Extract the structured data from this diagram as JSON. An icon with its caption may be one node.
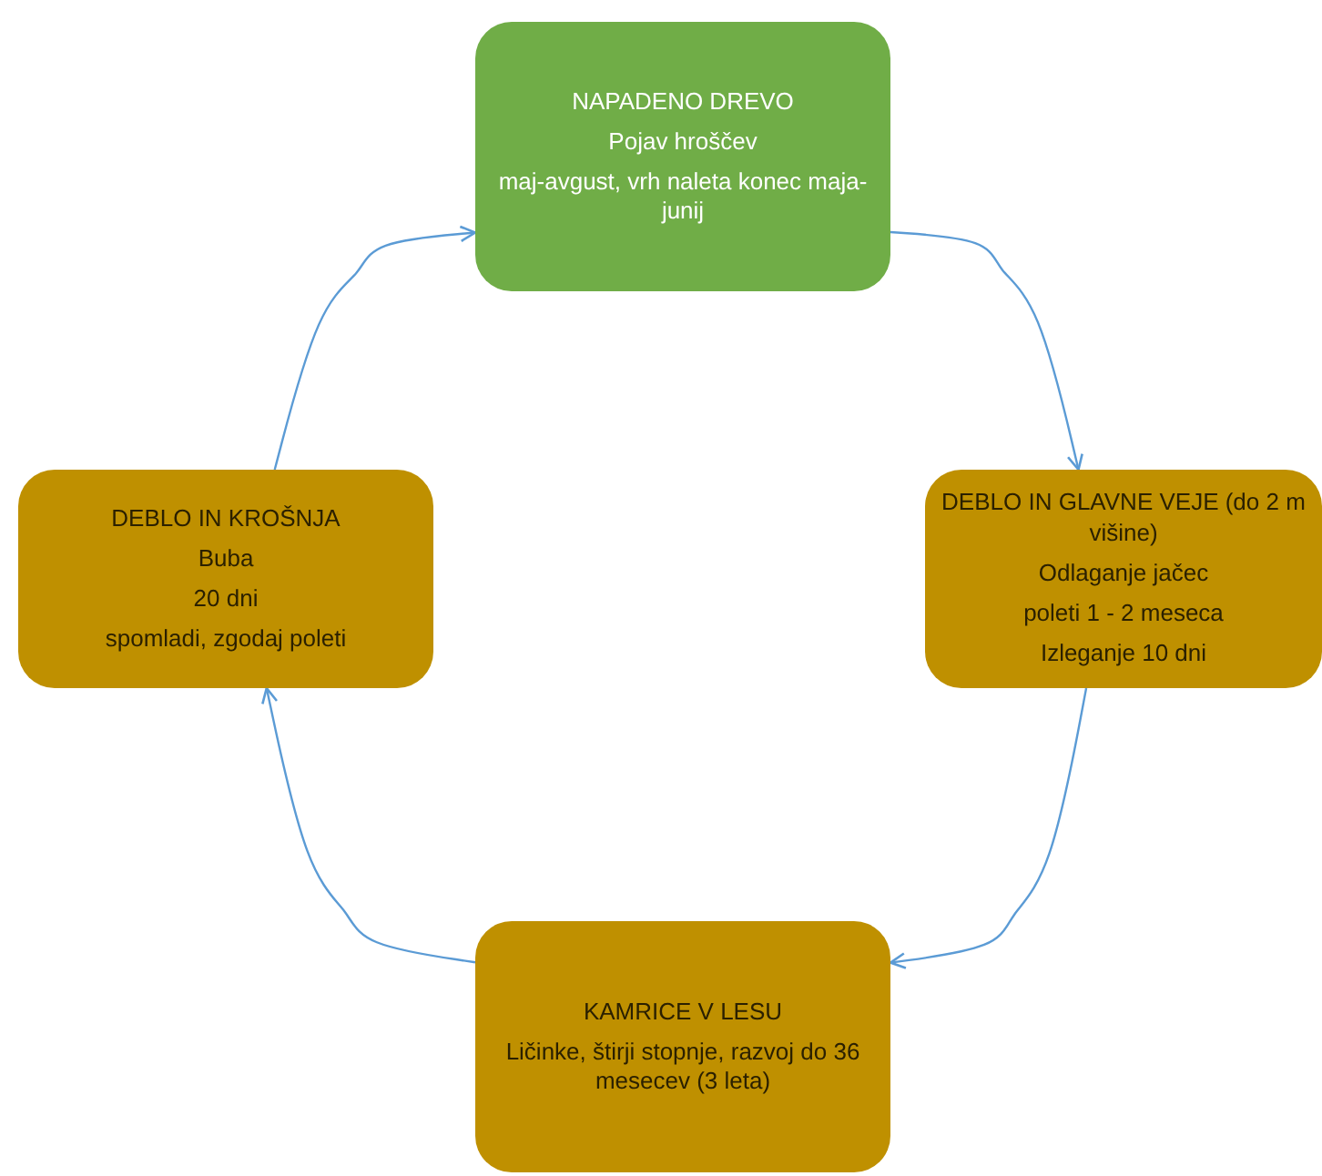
{
  "diagram": {
    "nodes": [
      {
        "text": [
          "NAPADENO DREVO",
          "Pojav hroščev",
          "maj-avgust, vrh naleta konec maja-junij"
        ]
      },
      {
        "text": [
          "DEBLO IN GLAVNE VEJE (do 2 m višine)",
          "Odlaganje jačec",
          "poleti 1 - 2 meseca",
          "Izleganje 10 dni"
        ]
      },
      {
        "text": [
          "KAMRICE V LESU",
          "Ličinke, štirji stopnje, razvoj do 36 mesecev (3 leta)"
        ]
      },
      {
        "text": [
          "DEBLO IN KROŠNJA",
          "Buba",
          "20 dni",
          "spomladi, zgodaj poleti"
        ]
      }
    ],
    "edges": [
      {
        "from": 0,
        "to": 1,
        "arrow": "to"
      },
      {
        "from": 1,
        "to": 2,
        "arrow": "to"
      },
      {
        "from": 2,
        "to": 3,
        "arrow": "to"
      },
      {
        "from": 3,
        "to": 0,
        "arrow": "to"
      }
    ]
  }
}
